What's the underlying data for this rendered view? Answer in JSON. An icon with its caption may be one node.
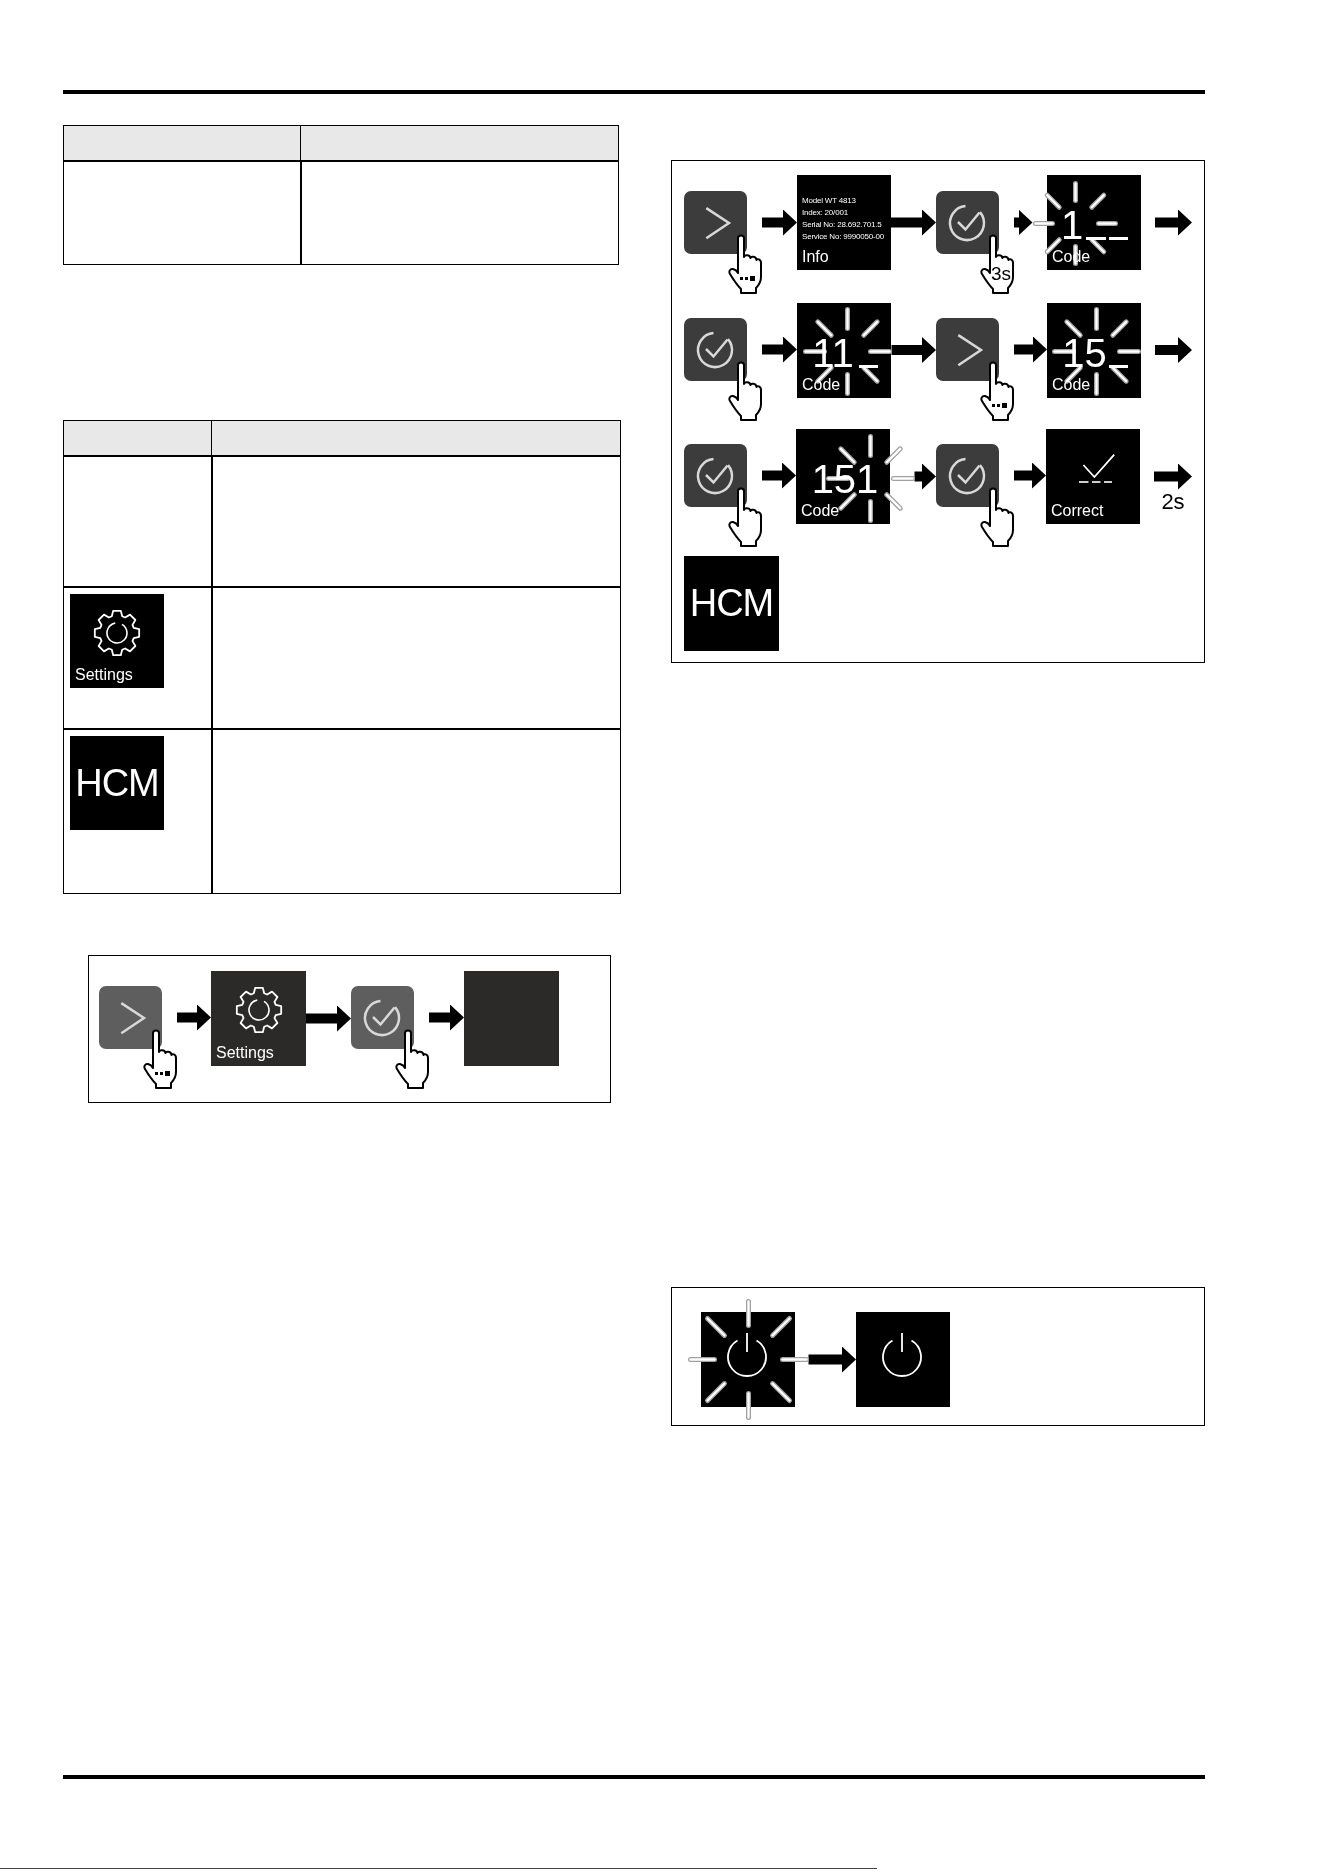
{
  "diagram": {
    "nodes": [
      {
        "text": [
          "Settings"
        ]
      },
      {
        "text": [
          "HCM"
        ]
      },
      {
        "text": [],
        "shape": "picture"
      },
      {
        "text": [
          "Settings"
        ]
      },
      {
        "text": [],
        "shape": "picture"
      },
      {
        "text": [],
        "shape": "box"
      },
      {
        "text": [],
        "shape": "picture"
      },
      {
        "text": [
          "Model WT 4813",
          "Index: 20/001",
          "Serial No: 28.692.701.5",
          "Service No: 9990050-00",
          "Info"
        ]
      },
      {
        "text": [
          "3s"
        ]
      },
      {
        "text": [
          "1",
          "Code"
        ]
      },
      {
        "text": [],
        "shape": "picture"
      },
      {
        "text": [
          "11",
          "Code"
        ]
      },
      {
        "text": [],
        "shape": "picture"
      },
      {
        "text": [
          "15",
          "Code"
        ]
      },
      {
        "text": [],
        "shape": "picture"
      },
      {
        "text": [
          "151",
          "Code"
        ]
      },
      {
        "text": [],
        "shape": "picture"
      },
      {
        "text": [
          "Correct"
        ]
      },
      {
        "text": [
          "HCM"
        ]
      },
      {
        "text": [],
        "shape": "picture"
      },
      {
        "text": [],
        "shape": "picture"
      }
    ],
    "edges": [
      {
        "from": 2,
        "to": 3,
        "arrow": "to"
      },
      {
        "from": 3,
        "to": 4,
        "arrow": "to"
      },
      {
        "from": 4,
        "to": 5,
        "arrow": "to"
      },
      {
        "from": 6,
        "to": 7,
        "arrow": "to"
      },
      {
        "from": 7,
        "to": 8,
        "arrow": "to"
      },
      {
        "from": 8,
        "to": 9,
        "arrow": "to"
      },
      {
        "from": 9,
        "to": null,
        "arrow": "to"
      },
      {
        "from": 10,
        "to": 11,
        "arrow": "to"
      },
      {
        "from": 11,
        "to": 12,
        "arrow": "to"
      },
      {
        "from": 12,
        "to": 13,
        "arrow": "to"
      },
      {
        "from": 13,
        "to": null,
        "arrow": "to"
      },
      {
        "from": 14,
        "to": 15,
        "arrow": "to"
      },
      {
        "from": 15,
        "to": 16,
        "arrow": "to"
      },
      {
        "from": 16,
        "to": 17,
        "arrow": "to"
      },
      {
        "from": 17,
        "to": null,
        "arrow": "to",
        "label": "2s"
      },
      {
        "from": 19,
        "to": 20,
        "arrow": "to"
      }
    ]
  }
}
